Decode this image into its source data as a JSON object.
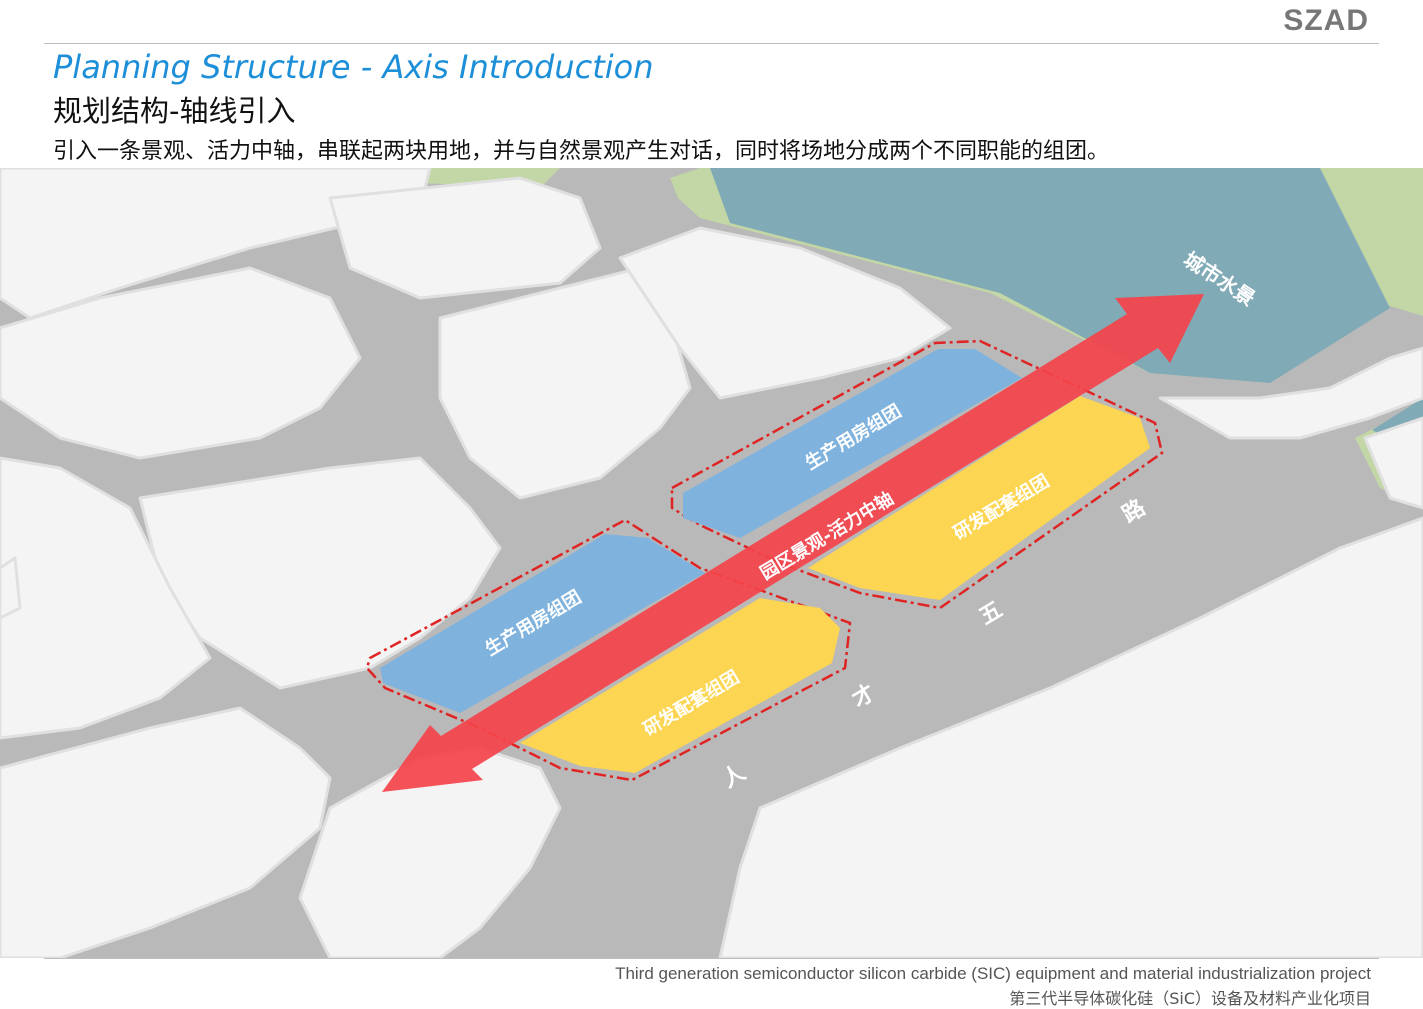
{
  "header": {
    "brand": "SZAD",
    "title_en": "Planning Structure - Axis Introduction",
    "title_cn": "规划结构-轴线引入",
    "description": "引入一条景观、活力中轴，串联起两块用地，并与自然景观产生对话，同时将场地分成两个不同职能的组团。"
  },
  "diagram": {
    "labels": {
      "water": "城市水景",
      "axis": "园区景观-活力中轴",
      "production_block": "生产用房组团",
      "rnd_block": "研发配套组团",
      "road_chars": [
        "人",
        "才",
        "五",
        "路"
      ]
    },
    "colors": {
      "road": "#b9b9b9",
      "block": "#f4f4f4",
      "green": "#c3d6a6",
      "water": "#7faab6",
      "production": "#7fb3de",
      "rnd": "#fcd552",
      "axis": "#f4444b"
    }
  },
  "footer": {
    "project_en": "Third generation semiconductor silicon carbide (SIC) equipment and material industrialization project",
    "project_cn": "第三代半导体碳化硅（SiC）设备及材料产业化项目"
  }
}
